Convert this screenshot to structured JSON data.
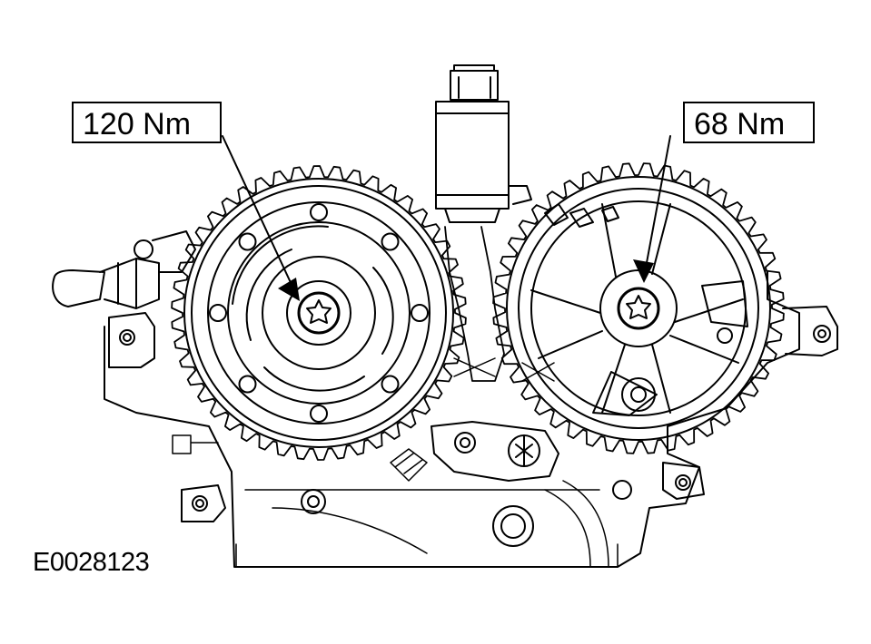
{
  "callouts": {
    "left_torque": "120 Nm",
    "right_torque": "68 Nm"
  },
  "figure_id": "E0028123",
  "colors": {
    "line": "#000000",
    "background": "#ffffff"
  }
}
